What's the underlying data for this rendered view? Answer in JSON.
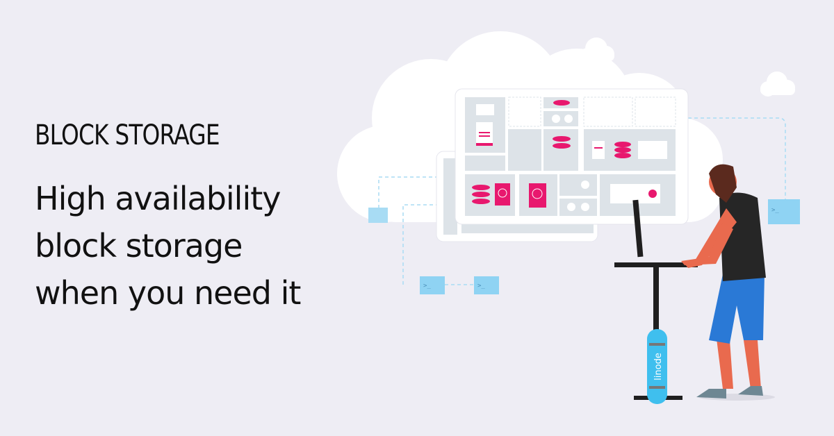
{
  "kicker": "BLOCK STORAGE",
  "headline": [
    "High availability",
    "block storage",
    "when you need it"
  ],
  "skateboard_label": "linode",
  "terminal_prompt": ">_",
  "colors": {
    "background": "#eeedf4",
    "accent": "#e8186e",
    "terminal": "#8fd3f3",
    "skateboard": "#3fbfee",
    "panel_cell": "#dde3e8"
  }
}
